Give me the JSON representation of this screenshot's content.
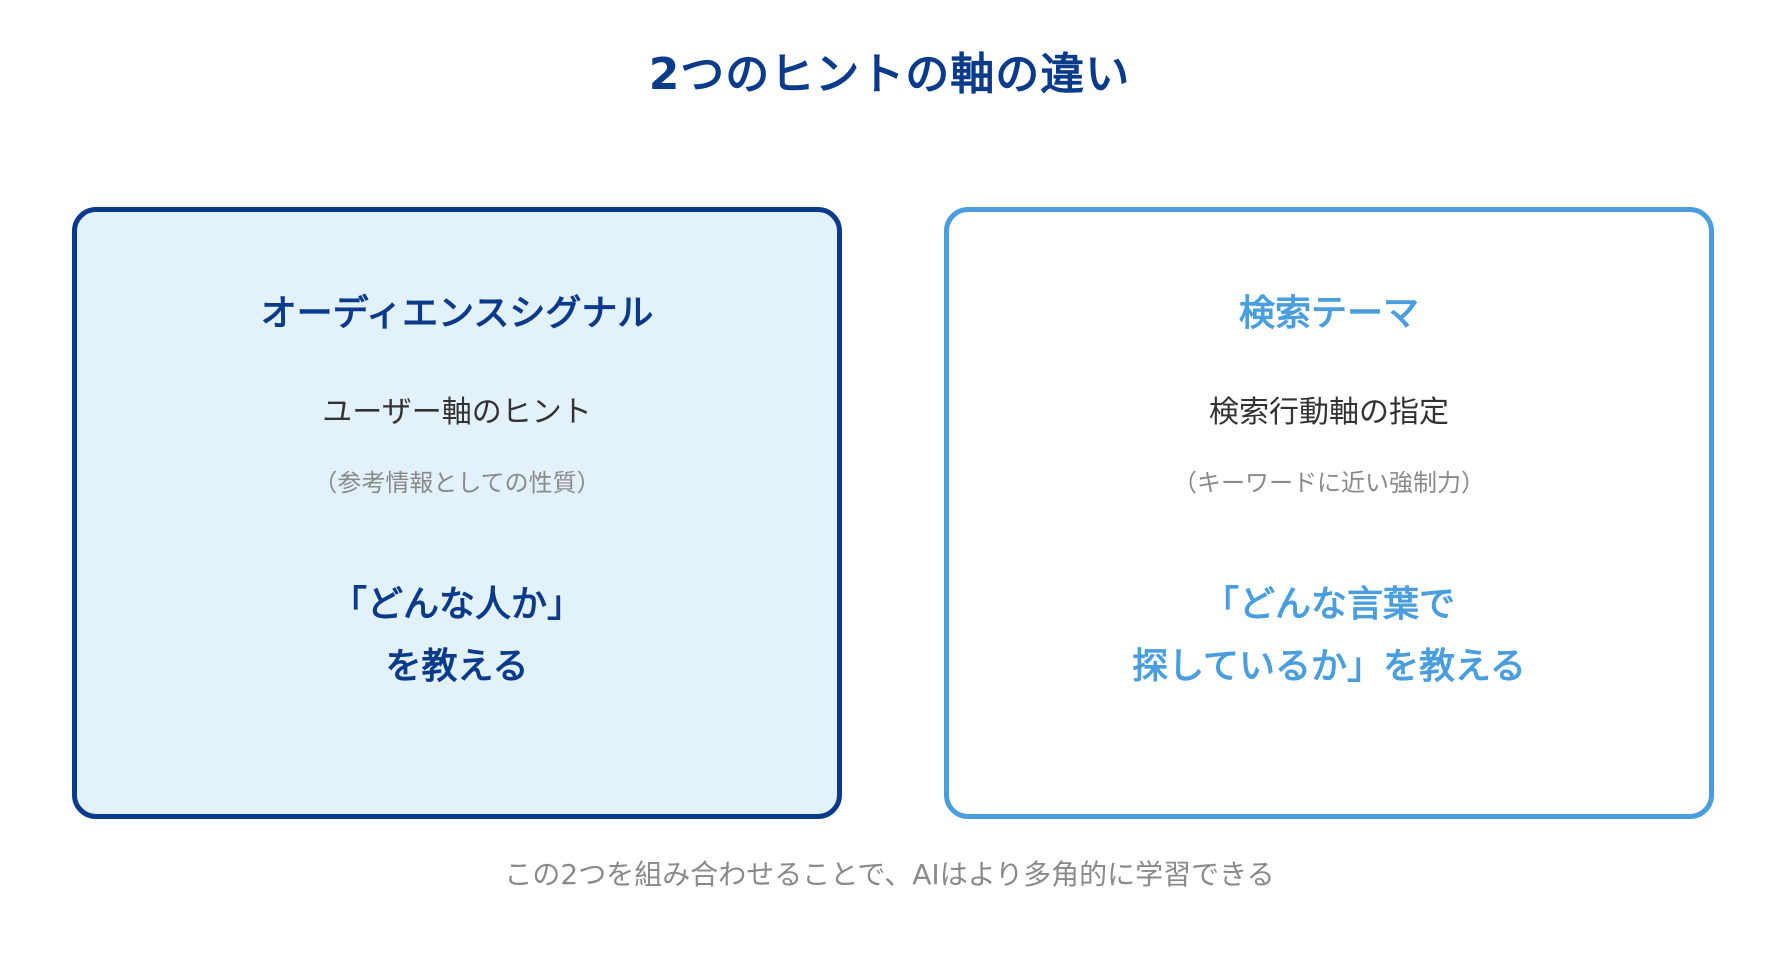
{
  "title": "2つのヒントの軸の違い",
  "left_card": {
    "heading": "オーディエンスシグナル",
    "subtitle": "ユーザー軸のヒント",
    "note": "（参考情報としての性質）",
    "message_line1": "「どんな人か」",
    "message_line2": "を教える"
  },
  "right_card": {
    "heading": "検索テーマ",
    "subtitle": "検索行動軸の指定",
    "note": "（キーワードに近い強制力）",
    "message_line1": "「どんな言葉で",
    "message_line2": "探しているか」を教える"
  },
  "footer": "この2つを組み合わせることで、AIはより多角的に学習できる",
  "colors": {
    "dark_blue": "#0a3a8a",
    "light_blue": "#4a9edd",
    "left_card_fill": "#e3f1fb"
  }
}
